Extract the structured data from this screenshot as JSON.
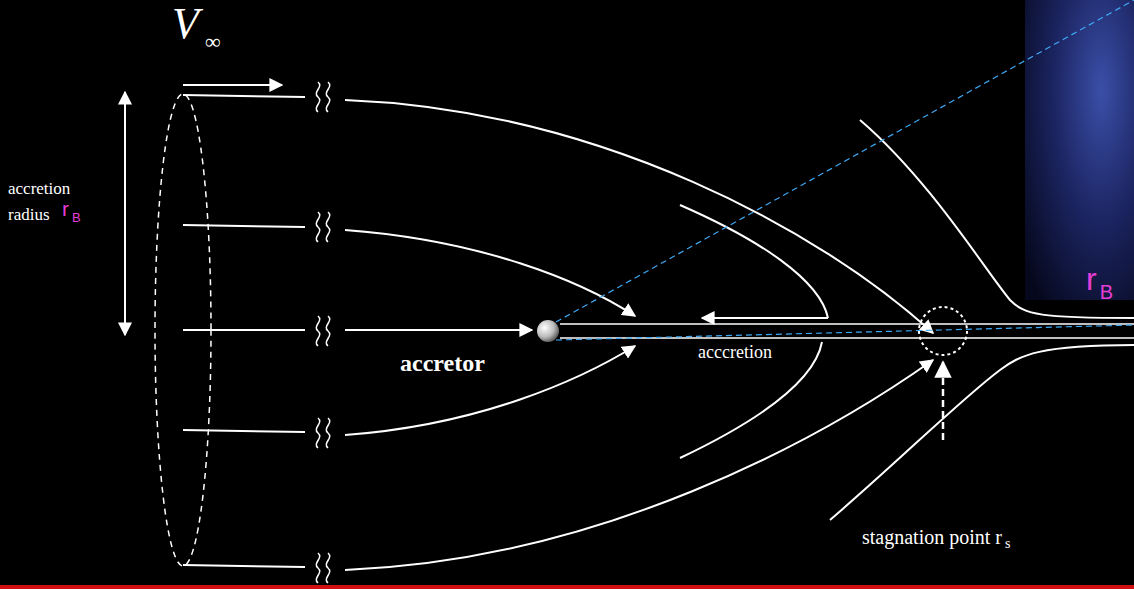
{
  "diagram": {
    "labels": [
      "V",
      "∞",
      "accretion radius",
      "r",
      "B",
      "accretor",
      "acccretion",
      "stagnation point r",
      "s",
      "r",
      "B"
    ]
  }
}
